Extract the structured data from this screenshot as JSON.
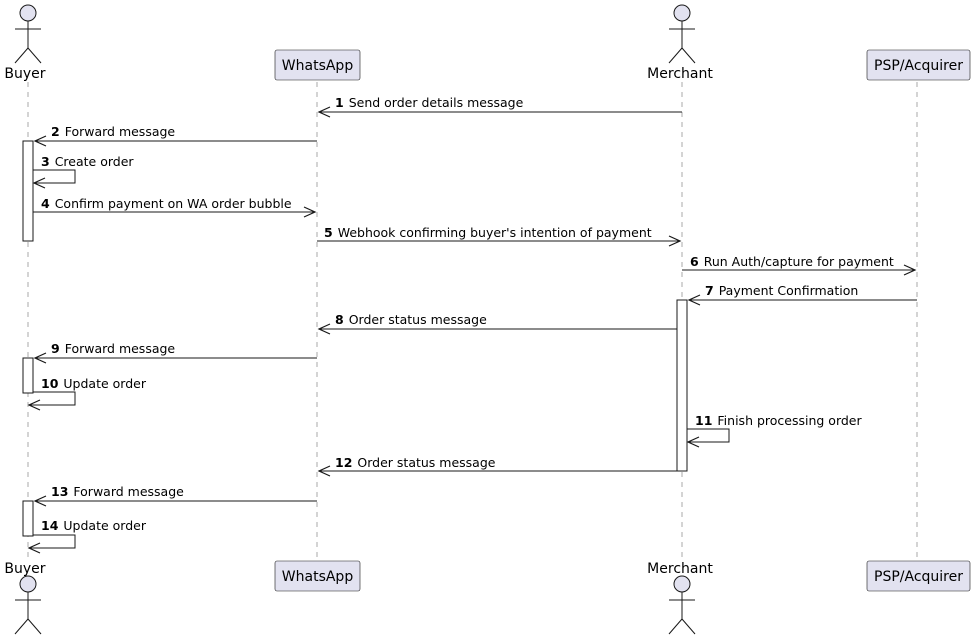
{
  "diagram": {
    "type": "sequence",
    "participants": [
      {
        "id": "buyer",
        "label": "Buyer",
        "kind": "actor"
      },
      {
        "id": "whatsapp",
        "label": "WhatsApp",
        "kind": "participant"
      },
      {
        "id": "merchant",
        "label": "Merchant",
        "kind": "actor"
      },
      {
        "id": "psp",
        "label": "PSP/Acquirer",
        "kind": "participant"
      }
    ],
    "messages": [
      {
        "num": "1",
        "text": "Send order details message",
        "from": "merchant",
        "to": "whatsapp"
      },
      {
        "num": "2",
        "text": "Forward message",
        "from": "whatsapp",
        "to": "buyer"
      },
      {
        "num": "3",
        "text": "Create order",
        "from": "buyer",
        "to": "buyer"
      },
      {
        "num": "4",
        "text": "Confirm payment on WA order bubble",
        "from": "buyer",
        "to": "whatsapp"
      },
      {
        "num": "5",
        "text": "Webhook confirming buyer's intention of payment",
        "from": "whatsapp",
        "to": "merchant"
      },
      {
        "num": "6",
        "text": "Run Auth/capture for payment",
        "from": "merchant",
        "to": "psp"
      },
      {
        "num": "7",
        "text": "Payment Confirmation",
        "from": "psp",
        "to": "merchant"
      },
      {
        "num": "8",
        "text": "Order status message",
        "from": "merchant",
        "to": "whatsapp"
      },
      {
        "num": "9",
        "text": "Forward message",
        "from": "whatsapp",
        "to": "buyer"
      },
      {
        "num": "10",
        "text": "Update order",
        "from": "buyer",
        "to": "buyer"
      },
      {
        "num": "11",
        "text": "Finish processing order",
        "from": "merchant",
        "to": "merchant"
      },
      {
        "num": "12",
        "text": "Order status message",
        "from": "merchant",
        "to": "whatsapp"
      },
      {
        "num": "13",
        "text": "Forward message",
        "from": "whatsapp",
        "to": "buyer"
      },
      {
        "num": "14",
        "text": "Update order",
        "from": "buyer",
        "to": "buyer"
      }
    ]
  }
}
